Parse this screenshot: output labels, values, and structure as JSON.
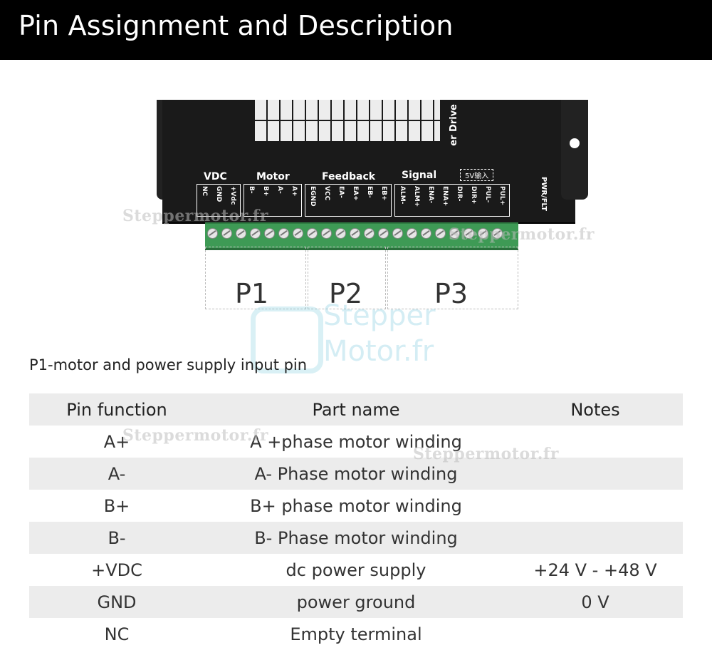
{
  "header": {
    "title": "Pin Assignment and Description"
  },
  "figure": {
    "groups": [
      "VDC",
      "Motor",
      "Feedback",
      "Signal"
    ],
    "vdc_pins": [
      "NC",
      "GND",
      "+Vdc"
    ],
    "motor_pins": [
      "B-",
      "B+",
      "A-",
      "A+"
    ],
    "feedback_pins": [
      "EGND",
      "VCC",
      "EA-",
      "EA+",
      "EB-",
      "EB+"
    ],
    "signal_pins": [
      "ALM-",
      "ALM+",
      "ENA-",
      "ENA+",
      "DIR-",
      "DIR+",
      "PUL-",
      "PUL+"
    ],
    "signal_note": "5V输入",
    "status_label": "PWR/FLT",
    "drive_text": "er Drive",
    "port_labels": [
      "P1",
      "P2",
      "P3"
    ],
    "watermarks": [
      "Steppermotor.fr",
      "Steppermotor.fr",
      "Steppermotor.fr",
      "Steppermotor.fr"
    ],
    "logo_text": [
      "Stepper",
      "Motor.fr"
    ]
  },
  "section": {
    "caption": "P1-motor and power supply input pin"
  },
  "table": {
    "columns": [
      "Pin function",
      "Part name",
      "Notes"
    ],
    "rows": [
      {
        "pin": "A+",
        "part": "A +phase motor winding",
        "notes": ""
      },
      {
        "pin": "A-",
        "part": "A- Phase motor winding",
        "notes": ""
      },
      {
        "pin": "B+",
        "part": "B+ phase motor winding",
        "notes": ""
      },
      {
        "pin": "B-",
        "part": "B- Phase motor winding",
        "notes": ""
      },
      {
        "pin": "+VDC",
        "part": "dc power supply",
        "notes": "+24 V - +48 V"
      },
      {
        "pin": "GND",
        "part": "power ground",
        "notes": "0 V"
      },
      {
        "pin": "NC",
        "part": "Empty terminal",
        "notes": ""
      }
    ]
  },
  "colors": {
    "header_bg": "#000000",
    "terminal_green": "#3e9a55",
    "row_shade": "#ececec"
  }
}
